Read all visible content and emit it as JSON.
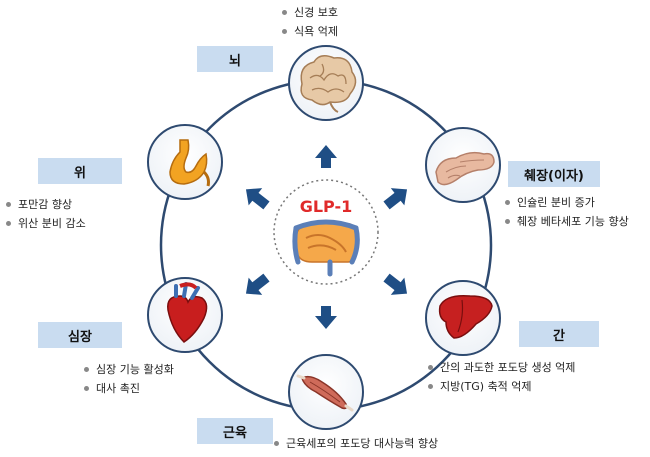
{
  "center": {
    "title": "GLP-1"
  },
  "organs": {
    "brain": {
      "label": "뇌",
      "effects": [
        "신경 보호",
        "식욕 억제"
      ]
    },
    "pancreas": {
      "label": "췌장(이자)",
      "effects": [
        "인슐린 분비 증가",
        "췌장 베타세포 기능 향상"
      ]
    },
    "liver": {
      "label": "간",
      "effects": [
        "간의 과도한 포도당 생성 억제",
        "지방(TG) 축적 억제"
      ]
    },
    "muscle": {
      "label": "근육",
      "effects": [
        "근육세포의 포도당 대사능력 향상"
      ]
    },
    "heart": {
      "label": "심장",
      "effects": [
        "심장 기능 활성화",
        "대사 촉진"
      ]
    },
    "stomach": {
      "label": "위",
      "effects": [
        "포만감 향상",
        "위산 분비 감소"
      ]
    }
  },
  "colors": {
    "ring": "#2e4a70",
    "arrow": "#1f4e85",
    "label_box": "#c9dcf0",
    "glp_text": "#e02a2a"
  },
  "icons": {
    "brain": "brain-icon",
    "pancreas": "pancreas-icon",
    "liver": "liver-icon",
    "muscle": "muscle-icon",
    "heart": "heart-icon",
    "stomach": "stomach-icon",
    "intestine": "intestine-icon"
  }
}
